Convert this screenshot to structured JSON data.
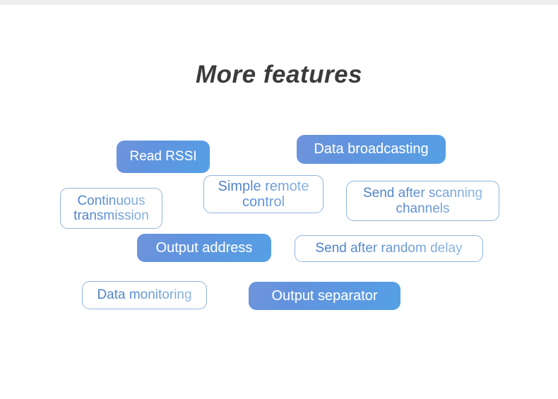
{
  "slide": {
    "title": "More features",
    "background_color": "#ffffff",
    "title_color": "#3b3b3b",
    "top_strip_color": "#eeeeee"
  },
  "theme": {
    "filled_gradient_start": "#6f94db",
    "filled_gradient_end": "#55a0e4",
    "filled_label_color": "#ffffff",
    "outline_border_color": "#8fb5de",
    "outline_text_gradient_start": "#3f76c0",
    "outline_text_gradient_end": "#9cc0e8"
  },
  "features": [
    {
      "id": "read-rssi",
      "label": "Read RSSI",
      "style": "filled"
    },
    {
      "id": "data-broadcast",
      "label": "Data broadcasting",
      "style": "filled"
    },
    {
      "id": "continuous",
      "label": "Continuous\ntransmission",
      "style": "outlined"
    },
    {
      "id": "simple-remote",
      "label": "Simple remote\ncontrol",
      "style": "outlined"
    },
    {
      "id": "send-scanning",
      "label": "Send after scanning\nchannels",
      "style": "outlined"
    },
    {
      "id": "output-address",
      "label": "Output address",
      "style": "filled"
    },
    {
      "id": "send-delay",
      "label": "Send after random delay",
      "style": "outlined"
    },
    {
      "id": "data-monitoring",
      "label": "Data monitoring",
      "style": "outlined"
    },
    {
      "id": "output-separator",
      "label": "Output separator",
      "style": "filled"
    }
  ]
}
